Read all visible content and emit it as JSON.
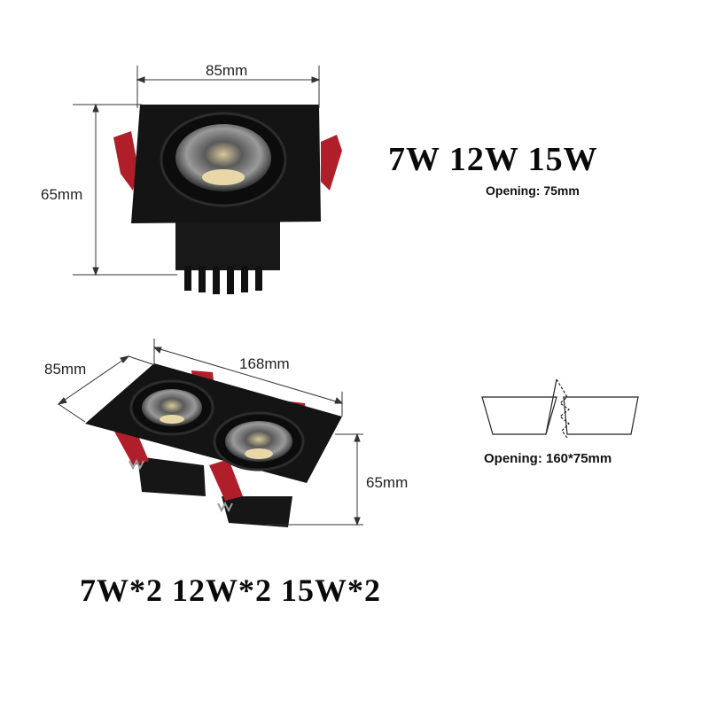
{
  "single": {
    "width_label": "85mm",
    "height_label": "65mm",
    "wattages": "7W 12W 15W",
    "opening": "Opening: 75mm"
  },
  "double": {
    "depth_label": "85mm",
    "length_label": "168mm",
    "height_label": "65mm",
    "wattages": "7W*2 12W*2 15W*2",
    "opening": "Opening: 160*75mm"
  },
  "colors": {
    "housing": "#141414",
    "clip": "#b01e2a",
    "reflector": "#6b6b6b",
    "led": "#e8d8a8"
  }
}
